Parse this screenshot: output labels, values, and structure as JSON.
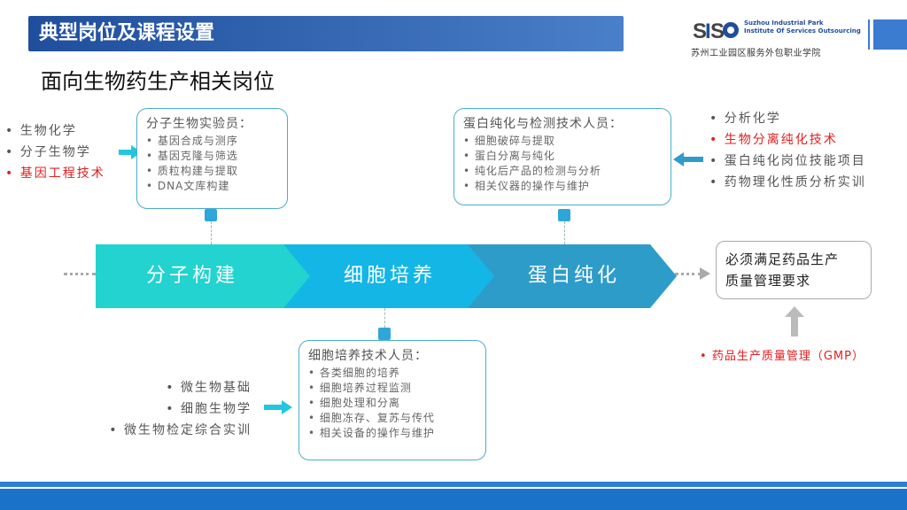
{
  "header": {
    "title": "典型岗位及课程设置",
    "subtitle": "面向生物药生产相关岗位",
    "logo_text": "SISO",
    "logo_en_line1": "Suzhou Industrial Park",
    "logo_en_line2": "Institute Of Services Outsourcing",
    "logo_cn": "苏州工业园区服务外包职业学院"
  },
  "stages": [
    {
      "label": "分子构建",
      "color": "#22d3cf"
    },
    {
      "label": "细胞培养",
      "color": "#14b6e6"
    },
    {
      "label": "蛋白纯化",
      "color": "#2e9cc9"
    }
  ],
  "left_courses": [
    "生物化学",
    "分子生物学",
    "基因工程技术"
  ],
  "right_courses": [
    "分析化学",
    "生物分离纯化技术",
    "蛋白纯化岗位技能项目",
    "药物理化性质分析实训"
  ],
  "bottom_courses": [
    "微生物基础",
    "细胞生物学",
    "微生物检定综合实训"
  ],
  "cards": {
    "molecular": {
      "title": "分子生物实验员：",
      "items": [
        "基因合成与测序",
        "基因克隆与筛选",
        "质粒构建与提取",
        "DNA文库构建"
      ]
    },
    "protein": {
      "title": "蛋白纯化与检测技术人员：",
      "items": [
        "细胞破碎与提取",
        "蛋白分离与纯化",
        "纯化后产品的检测与分析",
        "相关仪器的操作与维护"
      ]
    },
    "cell": {
      "title": "细胞培养技术人员：",
      "items": [
        "各类细胞的培养",
        "细胞培养过程监测",
        "细胞处理和分离",
        "细胞冻存、复苏与传代",
        "相关设备的操作与维护"
      ]
    }
  },
  "requirement": {
    "line1": "必须满足药品生产",
    "line2": "质量管理要求"
  },
  "gmp": "药品生产质量管理（GMP）",
  "colors": {
    "accent_red": "#e02020",
    "arrow_cyan": "#22c6e0",
    "title_blue": "#1f4e9c"
  }
}
